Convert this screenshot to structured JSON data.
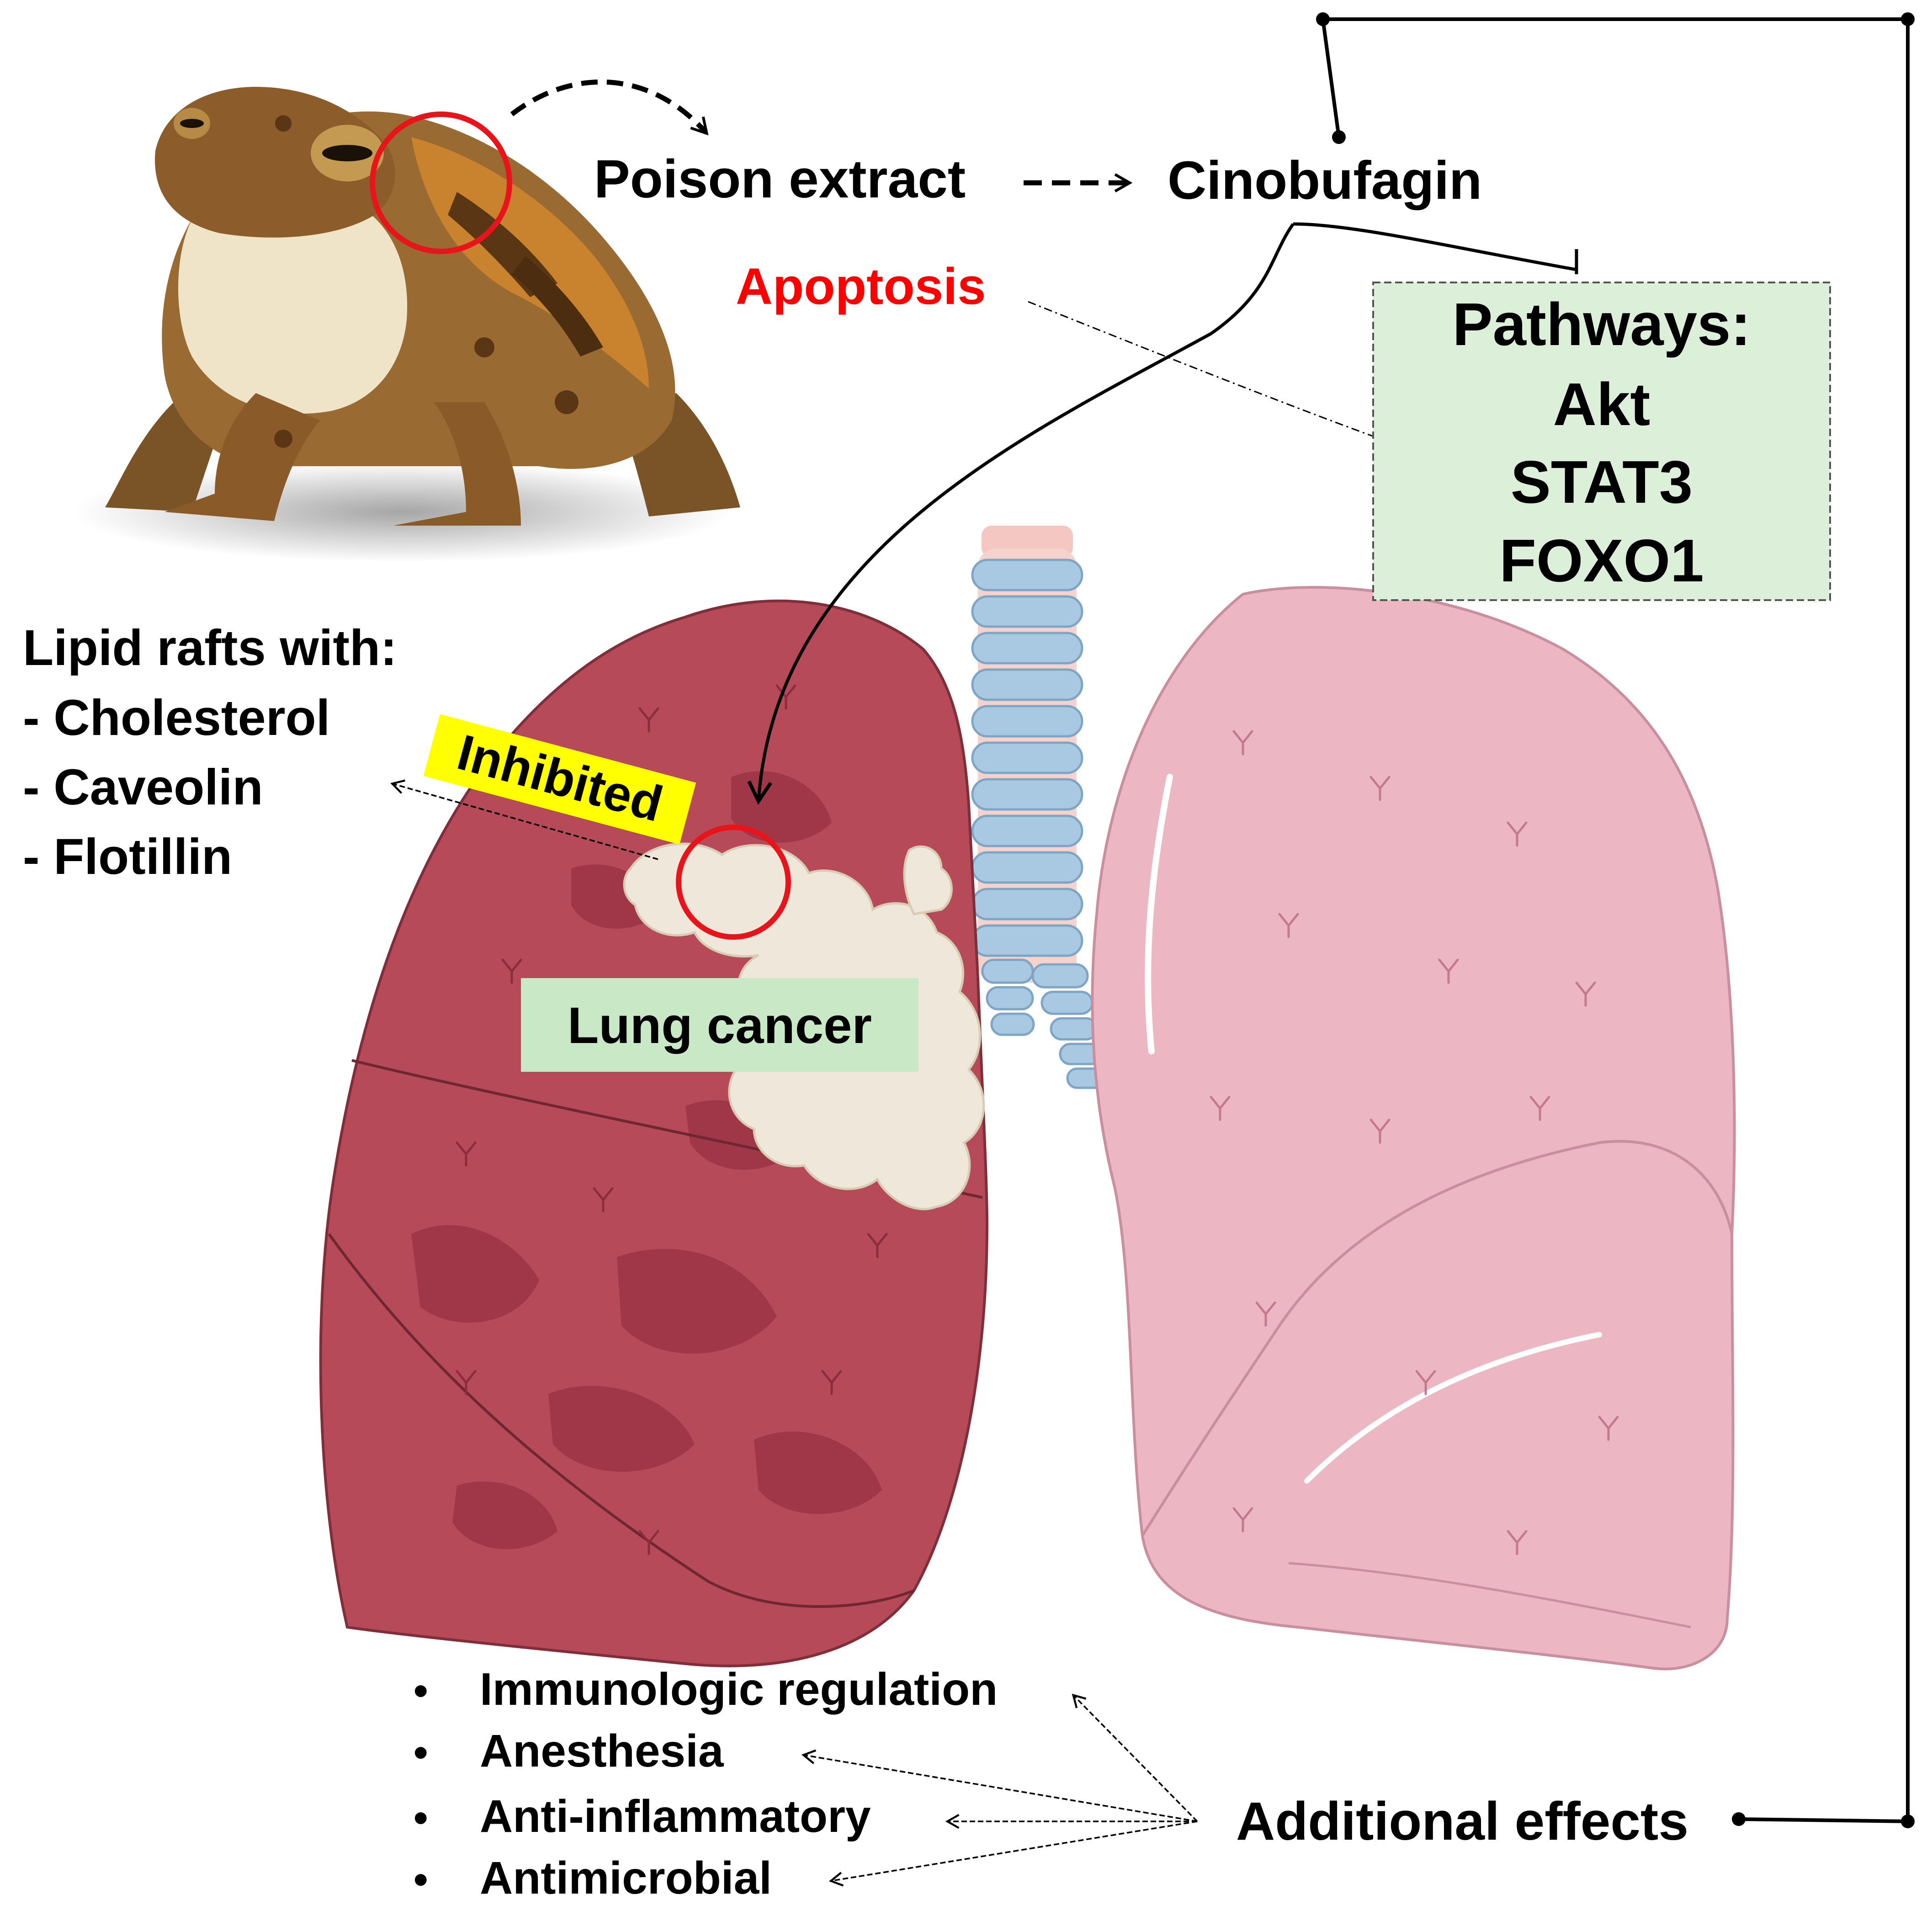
{
  "labels": {
    "poison_extract": "Poison extract",
    "cinobufagin": "Cinobufagin",
    "apoptosis": "Apoptosis",
    "lipid_rafts_title": "Lipid rafts with:",
    "lipid_rafts_items": [
      "- Cholesterol",
      "- Caveolin",
      "- Flotillin"
    ],
    "inhibited": "Inhibited",
    "lung_cancer": "Lung cancer",
    "additional_effects": "Additional effects",
    "bullet_char": "•"
  },
  "pathways": {
    "title": "Pathways:",
    "items": [
      "Akt",
      "STAT3",
      "FOXO1"
    ]
  },
  "effects": [
    "Immunologic regulation",
    "Anesthesia",
    "Anti-inflammatory",
    "Antimicrobial"
  ],
  "colors": {
    "apoptosis_red": "#ff0000",
    "highlight_circle": "#e8141b",
    "pathways_fill": "#dcefd8",
    "lung_cancer_fill": "#c9e8c6",
    "inhibited_fill": "#ffff00",
    "left_lung": "#b64a58",
    "right_lung": "#ecb7c3",
    "tumor": "#efe7d9",
    "trachea_ring": "#a9c9e3"
  },
  "icons": [
    "toad-image",
    "lungs-illustration",
    "trachea",
    "tumor-mass"
  ]
}
